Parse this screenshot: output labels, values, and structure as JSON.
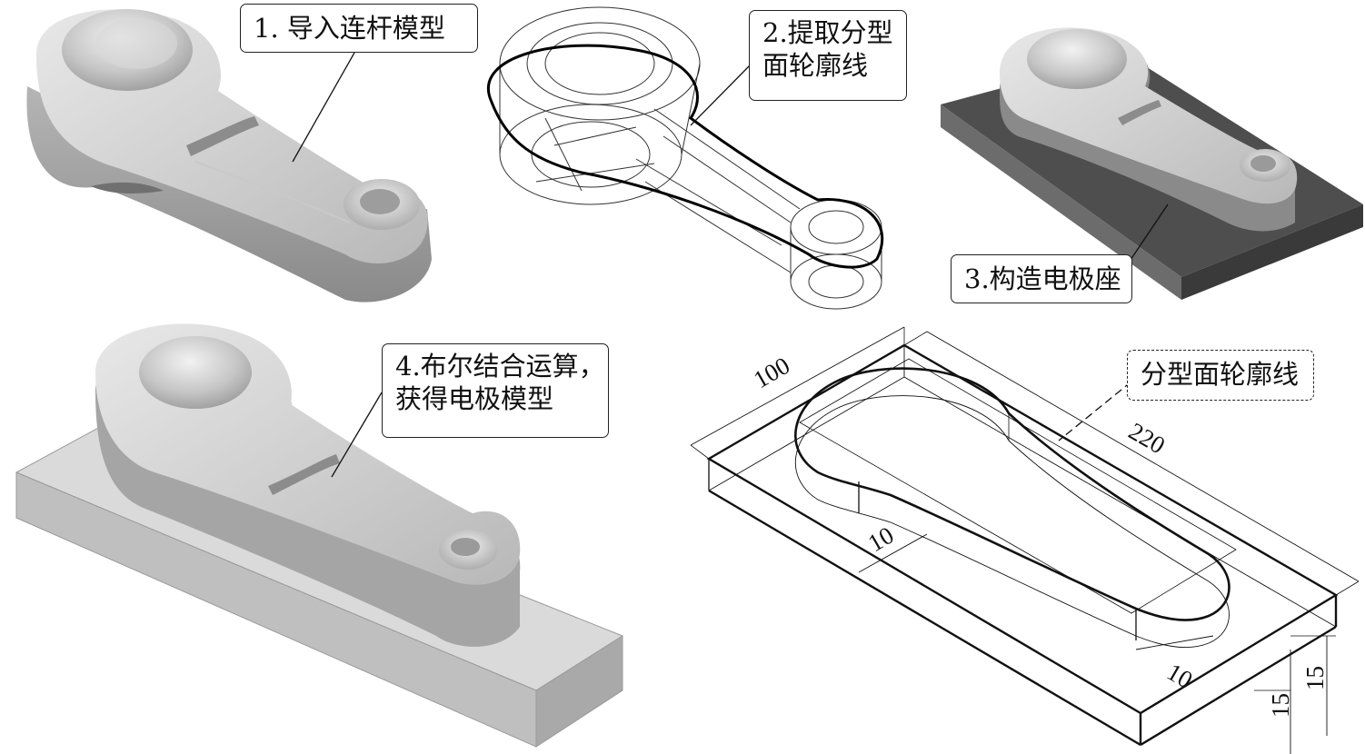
{
  "callouts": {
    "step1": "1. 导入连杆模型",
    "step2_line1": "2.提取分型",
    "step2_line2": "面轮廓线",
    "step3": "3.构造电极座",
    "step4_line1": "4.布尔结合运算，",
    "step4_line2": "获得电极模型",
    "parting_label": "分型面轮廓线"
  },
  "dimensions": {
    "width": "100",
    "length": "220",
    "offset_left": "10",
    "offset_right": "10",
    "height_a": "15",
    "height_b": "15"
  },
  "colors": {
    "line": "#111111",
    "base_top": "#4a4a4a",
    "base_side": "#6e6e6e",
    "base_front": "#3a3a3a",
    "plate_light": "#d9d9d9",
    "plate_side": "#bdbdbd",
    "part_light": "#e2e2e2",
    "part_mid": "#bcbcbc",
    "part_dark": "#8f8f8f"
  }
}
